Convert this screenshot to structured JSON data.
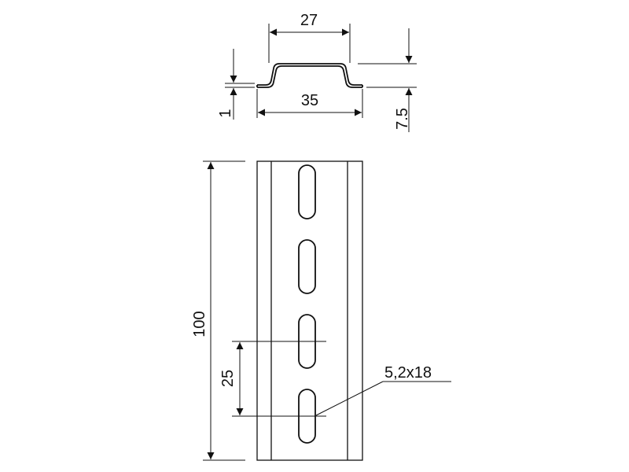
{
  "dimensions": {
    "top_width": "27",
    "bottom_width": "35",
    "thickness": "1",
    "height": "7.5",
    "length": "100",
    "slot_pitch": "25",
    "slot_size": "5,2x18"
  },
  "colors": {
    "line": "#111111",
    "background": "#ffffff"
  }
}
